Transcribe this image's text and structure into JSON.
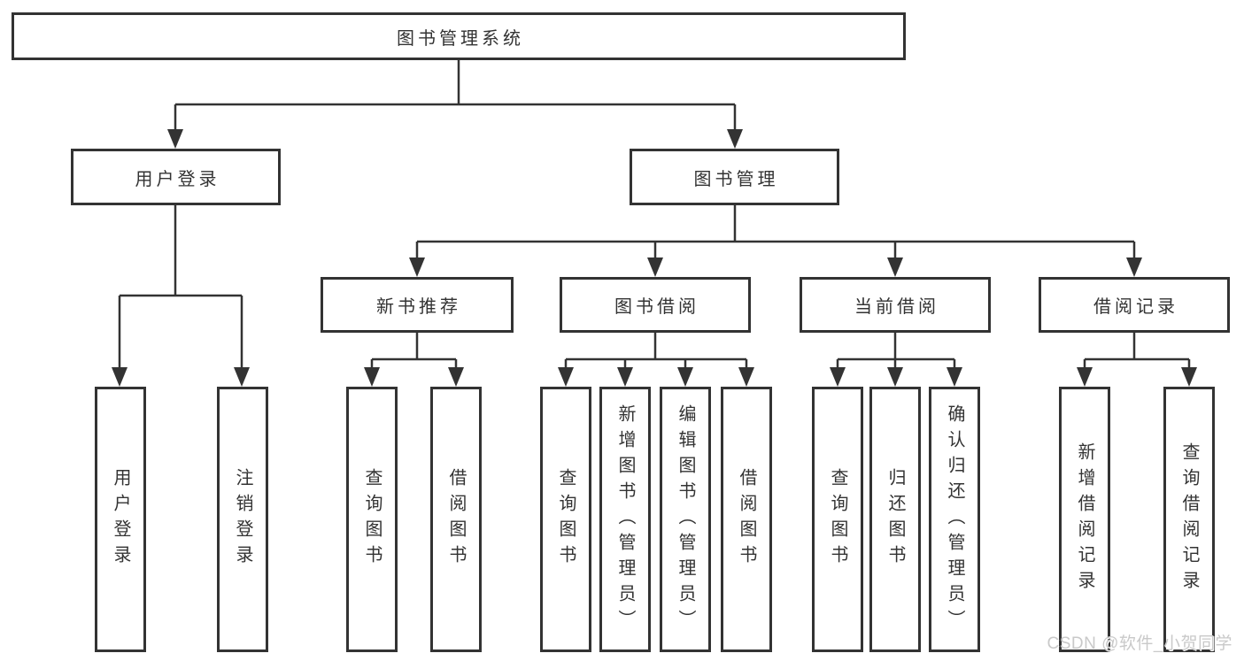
{
  "tree": {
    "root": {
      "label": "图书管理系统",
      "children": [
        {
          "label": "用户登录",
          "children": [
            {
              "label": "用户登录"
            },
            {
              "label": "注销登录"
            }
          ]
        },
        {
          "label": "图书管理",
          "children": [
            {
              "label": "新书推荐",
              "children": [
                {
                  "label": "查询图书"
                },
                {
                  "label": "借阅图书"
                }
              ]
            },
            {
              "label": "图书借阅",
              "children": [
                {
                  "label": "查询图书"
                },
                {
                  "label": "新增图书（管理员）"
                },
                {
                  "label": "编辑图书（管理员）"
                },
                {
                  "label": "借阅图书"
                }
              ]
            },
            {
              "label": "当前借阅",
              "children": [
                {
                  "label": "查询图书"
                },
                {
                  "label": "归还图书"
                },
                {
                  "label": "确认归还（管理员）"
                }
              ]
            },
            {
              "label": "借阅记录",
              "children": [
                {
                  "label": "新增借阅记录"
                },
                {
                  "label": "查询借阅记录"
                }
              ]
            }
          ]
        }
      ]
    }
  },
  "watermark": {
    "text": "CSDN @软件_小贺同学"
  },
  "colors": {
    "line": "#333333",
    "box_border": "#333333",
    "text": "#333333",
    "watermark_text": "#c9c9c9",
    "background": "#ffffff"
  }
}
